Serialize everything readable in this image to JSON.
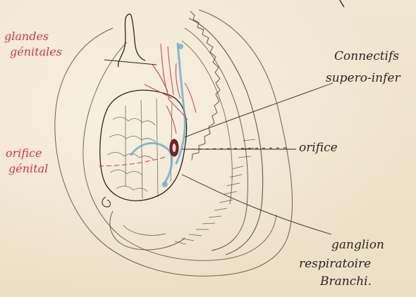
{
  "annotations": {
    "glandes_line1": "glandes",
    "glandes_line2": "génitales",
    "orifice_genital_line1": "orifice",
    "orifice_genital_line2": "génital",
    "connectifs_line1": "Connectifs",
    "connectifs_line2": "supero-infer",
    "orifice": "orifice",
    "ganglion_line1": "ganglion",
    "ganglion_line2": "respiratoire",
    "ganglion_line3": "Branchi."
  },
  "colors": {
    "paper": "#efe4cf",
    "ink": "#2a2620",
    "red_ink": "#d0345a",
    "blue_wash": "#5fa8c4",
    "dark_red_orifice": "#7a1520"
  }
}
